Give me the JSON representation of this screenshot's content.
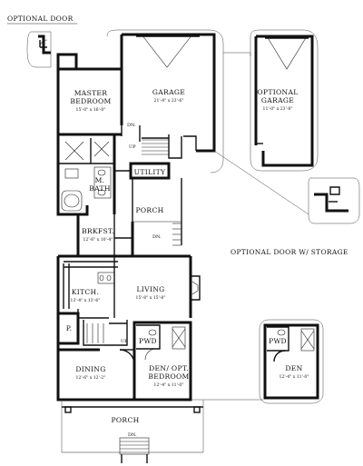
{
  "labels": {
    "optional_door": "OPTIONAL DOOR",
    "optional_door_storage": "OPTIONAL DOOR W/ STORAGE"
  },
  "rooms": {
    "master_bedroom": {
      "name_line1": "MASTER",
      "name_line2": "BEDROOM",
      "size": "15'-0\" x 16'-0\""
    },
    "garage": {
      "name": "GARAGE",
      "size": "21'-4\" x 23'-6\""
    },
    "optional_garage": {
      "name_line1": "OPTIONAL",
      "name_line2": "GARAGE",
      "size": "11'-0\" x 23'-8\""
    },
    "m_bath": {
      "name_line1": "M.",
      "name_line2": "BATH"
    },
    "utility": {
      "name": "UTILITY"
    },
    "porch_side": {
      "name": "PORCH"
    },
    "breakfast": {
      "name": "BRKFST.",
      "size": "12'-6\" x 10'-4\""
    },
    "kitchen": {
      "name": "KITCH.",
      "size": "13'-4\" x 13'-6\""
    },
    "living": {
      "name": "LIVING",
      "size": "15'-8\" x 15'-8\""
    },
    "pantry": {
      "name": "P."
    },
    "dining": {
      "name": "DINING",
      "size": "12'-6\" x 12'-2\""
    },
    "pwd": {
      "name": "PWD"
    },
    "den_bedroom": {
      "name_line1": "DEN/ OPT.",
      "name_line2": "BEDROOM",
      "size": "12'-4\" x 11'-0\""
    },
    "porch_front": {
      "name": "PORCH"
    },
    "alt_pwd": {
      "name": "PWD"
    },
    "alt_den": {
      "name": "DEN",
      "size": "12'-4\" x 11'-0\""
    }
  },
  "stairs": {
    "dn_garage": "DN.",
    "up_garage": "UP",
    "dn_porch": "DN.",
    "up_living": "UP",
    "dn_front": "DN."
  }
}
